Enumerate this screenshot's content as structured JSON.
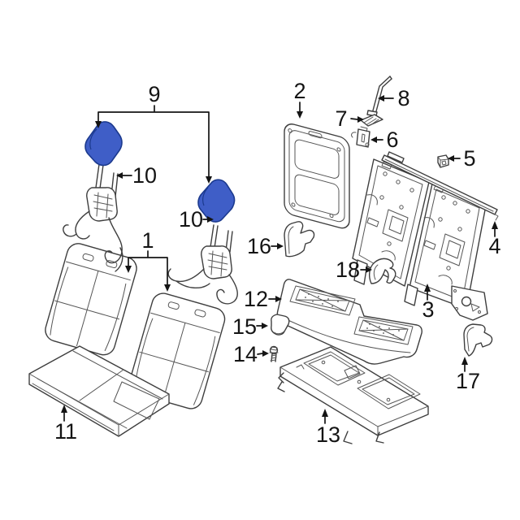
{
  "diagram": {
    "colors": {
      "background": "#ffffff",
      "line": "#3e3e3e",
      "label": "#141414",
      "highlight_fill": "#3f5ec7",
      "highlight_stroke": "#1c3a8e"
    },
    "callouts": [
      {
        "number": "9"
      },
      {
        "number": "10"
      },
      {
        "number": "10"
      },
      {
        "number": "1"
      },
      {
        "number": "11"
      },
      {
        "number": "2"
      },
      {
        "number": "8"
      },
      {
        "number": "7"
      },
      {
        "number": "6"
      },
      {
        "number": "5"
      },
      {
        "number": "4"
      },
      {
        "number": "3"
      },
      {
        "number": "16"
      },
      {
        "number": "18"
      },
      {
        "number": "12"
      },
      {
        "number": "15"
      },
      {
        "number": "14"
      },
      {
        "number": "13"
      },
      {
        "number": "17"
      }
    ]
  }
}
